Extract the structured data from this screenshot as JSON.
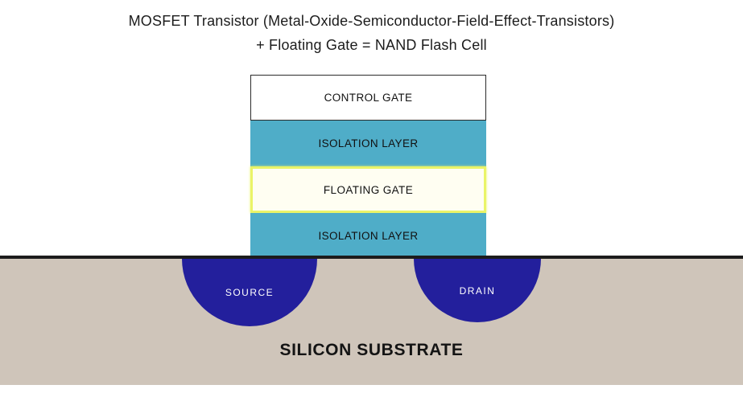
{
  "title": {
    "line1": "MOSFET Transistor (Metal-Oxide-Semiconductor-Field-Effect-Transistors)",
    "line2": "+ Floating Gate = NAND Flash Cell"
  },
  "stack": {
    "layers": [
      {
        "label": "CONTROL GATE",
        "type": "control-gate"
      },
      {
        "label": "ISOLATION LAYER",
        "type": "isolation"
      },
      {
        "label": "FLOATING GATE",
        "type": "floating-gate"
      },
      {
        "label": "ISOLATION LAYER",
        "type": "isolation"
      }
    ]
  },
  "substrate": {
    "label": "SILICON SUBSTRATE",
    "source_label": "SOURCE",
    "drain_label": "DRAIN"
  },
  "colors": {
    "isolation": "#4fadc8",
    "well": "#231f9c",
    "substrate": "#cfc5ba",
    "floating_gate_border": "#eaf468",
    "surface_line": "#1c1c1c"
  }
}
